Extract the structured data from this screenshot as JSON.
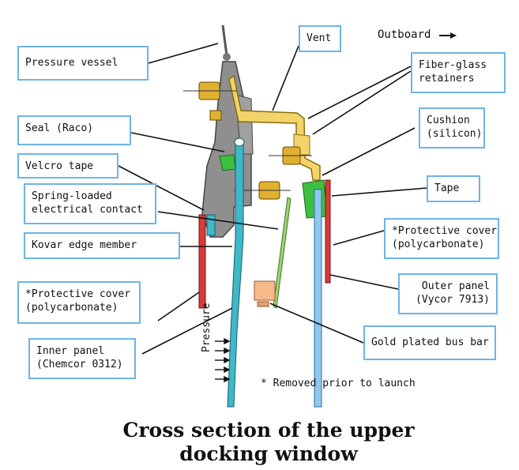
{
  "labels": {
    "pressure_vessel": "Pressure vessel",
    "vent": "Vent",
    "outboard": "Outboard",
    "fiberglass_retainers_1": "Fiber-glass",
    "fiberglass_retainers_2": "retainers",
    "seal": "Seal (Raco)",
    "cushion_1": "Cushion",
    "cushion_2": "(silicon)",
    "velcro_tape": "Velcro tape",
    "spring_contact_1": "Spring-loaded",
    "spring_contact_2": "electrical contact",
    "tape": "Tape",
    "kovar_edge": "Kovar edge member",
    "protective_cover_right_1": "*Protective cover",
    "protective_cover_right_2": "(polycarbonate)",
    "protective_cover_left_1": "*Protective cover",
    "protective_cover_left_2": "(polycarbonate)",
    "outer_panel_1": "Outer panel",
    "outer_panel_2": "(Vycor 7913)",
    "gold_bus_bar": "Gold plated bus bar",
    "inner_panel_1": "Inner panel",
    "inner_panel_2": "(Chemcor 0312)",
    "pressure": "Pressure",
    "removed_note": "* Removed prior to launch"
  },
  "caption": {
    "line1": "Cross section of the upper",
    "line2": "docking window"
  },
  "colors": {
    "label_border": "#6fb3e8",
    "structure_gray": "#8f8f8f",
    "fiberglass_yellow": "#f2d46a",
    "bolt_gold": "#e0b030",
    "seal_green": "#3fbf3f",
    "panel_blue": "#8fc8ee",
    "inner_teal": "#3fb8c8",
    "cover_red": "#d83a3a",
    "bus_bar_peach": "#f5b98a"
  }
}
